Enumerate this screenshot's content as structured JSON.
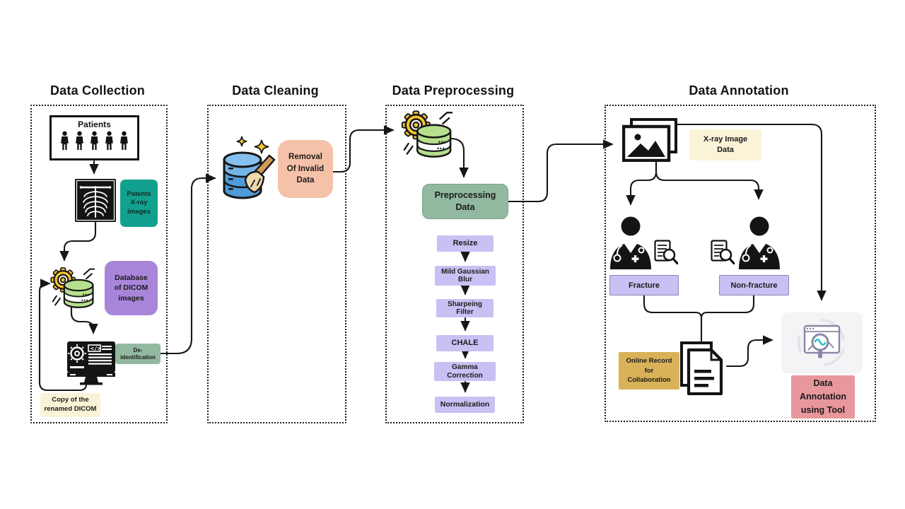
{
  "sections": {
    "collection": {
      "title": "Data Collection"
    },
    "cleaning": {
      "title": "Data Cleaning"
    },
    "preprocessing": {
      "title": "Data Preprocessing"
    },
    "annotation": {
      "title": "Data Annotation"
    }
  },
  "collection": {
    "patients_box": "Patients",
    "xray_images": "Patents\nX-ray\nimages",
    "dicom_db": "Database\nof DICOM\nimages",
    "de_identification": "De-\nidentification",
    "copy_renamed": "Copy of the\nrenamed DICOM"
  },
  "cleaning": {
    "removal": "Removal\nOf Invalid\nData"
  },
  "preprocessing": {
    "main": "Preprocessing\nData",
    "steps": [
      "Resize",
      "Mild Gaussian\nBlur",
      "Sharpeing\nFilter",
      "CHALE",
      "Gamma\nCorrection",
      "Normalization"
    ]
  },
  "annotation": {
    "xray_data": "X-ray Image\nData",
    "fracture": "Fracture",
    "non_fracture": "Non-fracture",
    "online_record": "Online Record\nfor\nCollaboration",
    "tool": "Data\nAnnotation\nusing Tool"
  },
  "colors": {
    "teal": "#12a18e",
    "purple": "#a985da",
    "sage": "#92b9a0",
    "cream": "#faf3d7",
    "salmon": "#f6c1a9",
    "lavender": "#c9c0f3",
    "gold": "#d8b158",
    "pink": "#e8979d",
    "graytool": "#f4f4f6",
    "ink": "#161616"
  }
}
